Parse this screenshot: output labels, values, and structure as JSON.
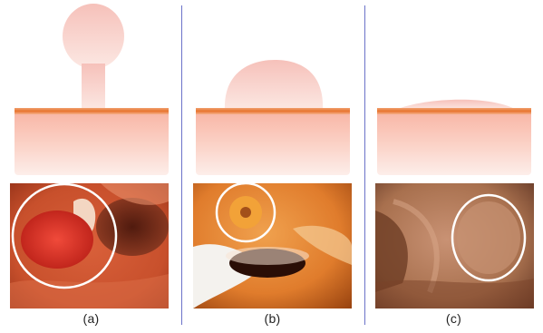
{
  "figure": {
    "panels": [
      {
        "id": "a",
        "label": "(a)",
        "lesion_shape": "pedunculated"
      },
      {
        "id": "b",
        "label": "(b)",
        "lesion_shape": "sessile"
      },
      {
        "id": "c",
        "label": "(c)",
        "lesion_shape": "flat"
      }
    ],
    "colors": {
      "polyp_top": "#f8c9c3",
      "polyp_bottom": "#fbe7e1",
      "mucosa_line": "#e87a3a",
      "tissue_top": "#f7b9aa",
      "tissue_bottom": "#fdecea",
      "divider": "#6b73c9",
      "highlight_circle": "#ffffff"
    }
  }
}
